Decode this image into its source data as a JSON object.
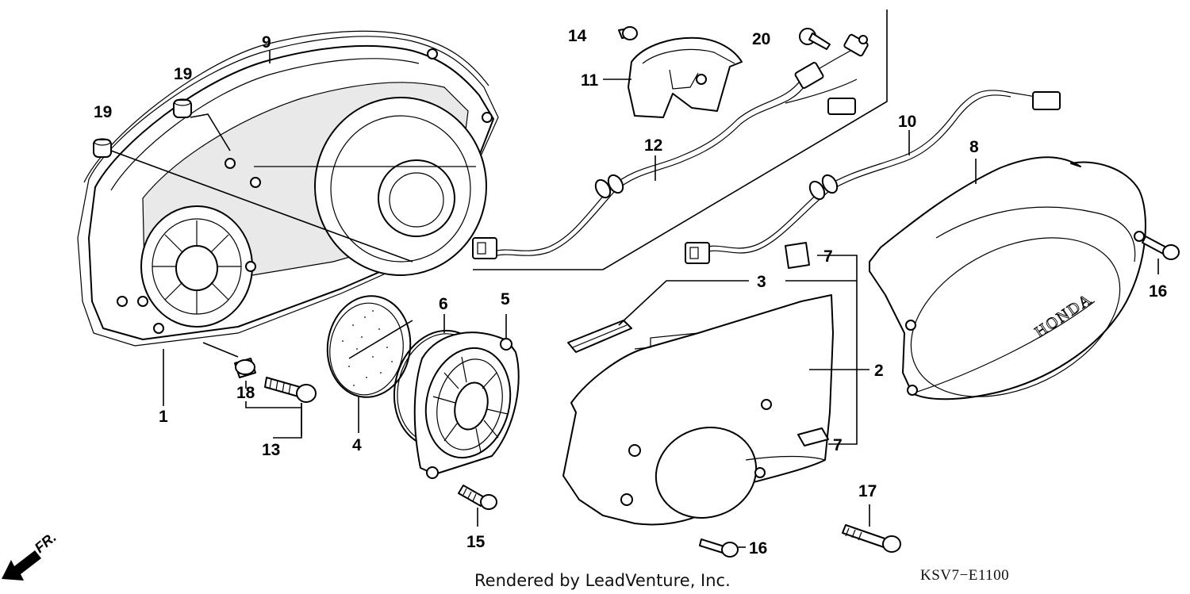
{
  "diagram": {
    "callouts": [
      "9",
      "19",
      "19",
      "1",
      "18",
      "13",
      "4",
      "6",
      "5",
      "15",
      "14",
      "11",
      "20",
      "12",
      "10",
      "8",
      "16",
      "7",
      "3",
      "2",
      "7",
      "17",
      "16"
    ],
    "orientation_label": "FR.",
    "brand_mark": "HONDA",
    "footer_credit": "Rendered by LeadVenture, Inc.",
    "diagram_code": "KSV7−E1100"
  }
}
